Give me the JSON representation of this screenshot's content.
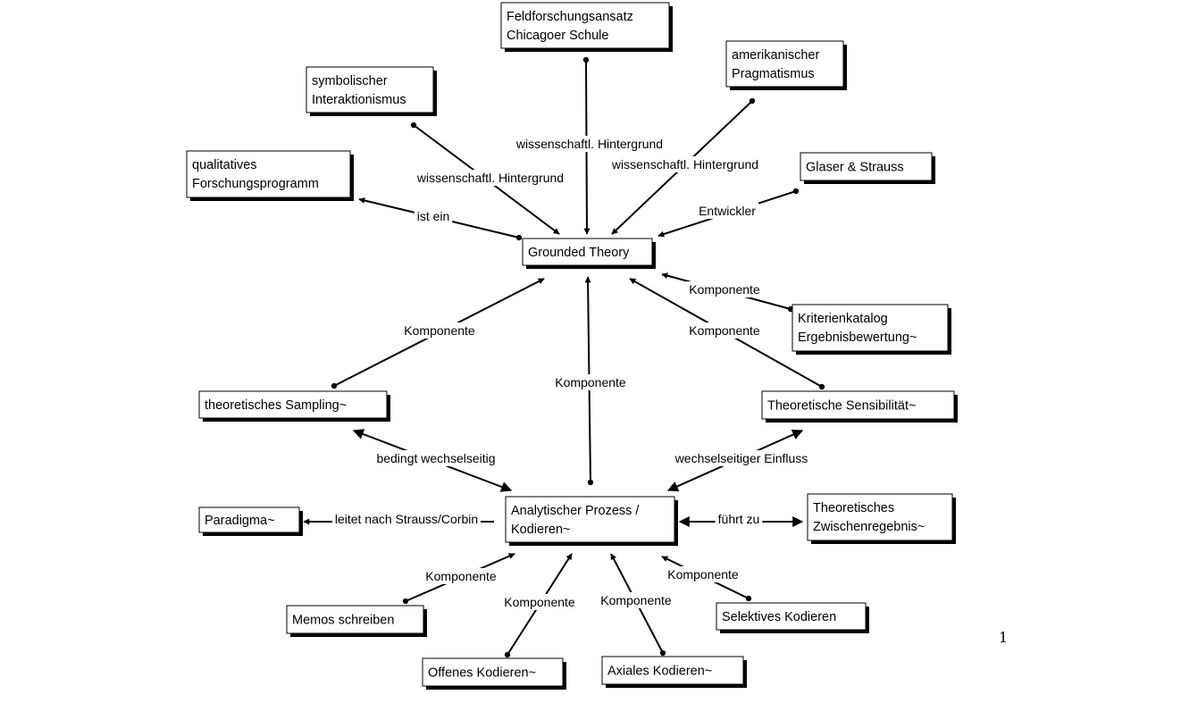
{
  "colors": {
    "line": "#000000",
    "box": "#ffffff",
    "shadow": "#000000"
  },
  "nodes": {
    "feldforschung": [
      "Feldforschungsansatz",
      "Chicagoer Schule"
    ],
    "pragmatismus": [
      "amerikanischer",
      "Pragmatismus"
    ],
    "interaktionismus": [
      "symbolischer",
      "Interaktionismus"
    ],
    "qualitativ": [
      "qualitatives",
      "Forschungsprogramm"
    ],
    "glaser": [
      "Glaser & Strauss"
    ],
    "grounded": [
      "Grounded Theory"
    ],
    "kriterien": [
      "Kriterienkatalog",
      "Ergebnisbewertung~"
    ],
    "sampling": [
      "theoretisches Sampling~"
    ],
    "sensibilitaet": [
      "Theoretische Sensibilität~"
    ],
    "analytisch": [
      "Analytischer Prozess /",
      "Kodieren~"
    ],
    "paradigma": [
      "Paradigma~"
    ],
    "zwischen": [
      "Theoretisches",
      "Zwischenregebnis~"
    ],
    "memos": [
      "Memos schreiben"
    ],
    "selektiv": [
      "Selektives Kodieren"
    ],
    "offen": [
      "Offenes Kodieren~"
    ],
    "axial": [
      "Axiales Kodieren~"
    ]
  },
  "edges": {
    "interaktionismus_grounded": "wissenschaftl. Hintergrund",
    "feldforschung_grounded": "wissenschaftl. Hintergrund",
    "pragmatismus_grounded": "wissenschaftl. Hintergrund",
    "qualitativ_grounded": "ist ein",
    "glaser_grounded": "Entwickler",
    "kriterien_grounded": "Komponente",
    "sampling_grounded": "Komponente",
    "analytisch_grounded": "Komponente",
    "sensibilitaet_grounded": "Komponente",
    "sampling_analytisch": "bedingt wechselseitig",
    "sensibilitaet_analytisch": "wechselseitiger Einfluss",
    "analytisch_paradigma": "leitet nach Strauss/Corbin",
    "analytisch_zwischen": "führt zu",
    "memos_analytisch": "Komponente",
    "offen_analytisch": "Komponente",
    "axial_analytisch": "Komponente",
    "selektiv_analytisch": "Komponente"
  },
  "page_number": "1"
}
